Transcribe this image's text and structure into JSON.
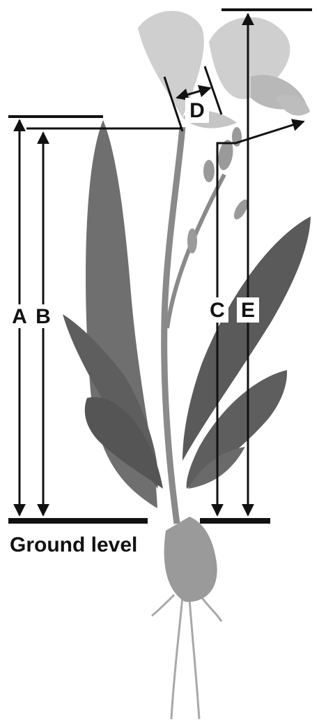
{
  "figure": {
    "measurements": [
      {
        "id": "A",
        "label": "A"
      },
      {
        "id": "B",
        "label": "B"
      },
      {
        "id": "C",
        "label": "C"
      },
      {
        "id": "D",
        "label": "D"
      },
      {
        "id": "E",
        "label": "E"
      }
    ],
    "ground_label": "Ground level",
    "colors": {
      "ink": "#111111",
      "leaf": "#6f6f6f",
      "leaf_dark": "#555555",
      "stem": "#8a8a8a",
      "flower": "#cfcfcf",
      "bulb": "#9a9a9a",
      "root": "#a8a8a8"
    }
  }
}
